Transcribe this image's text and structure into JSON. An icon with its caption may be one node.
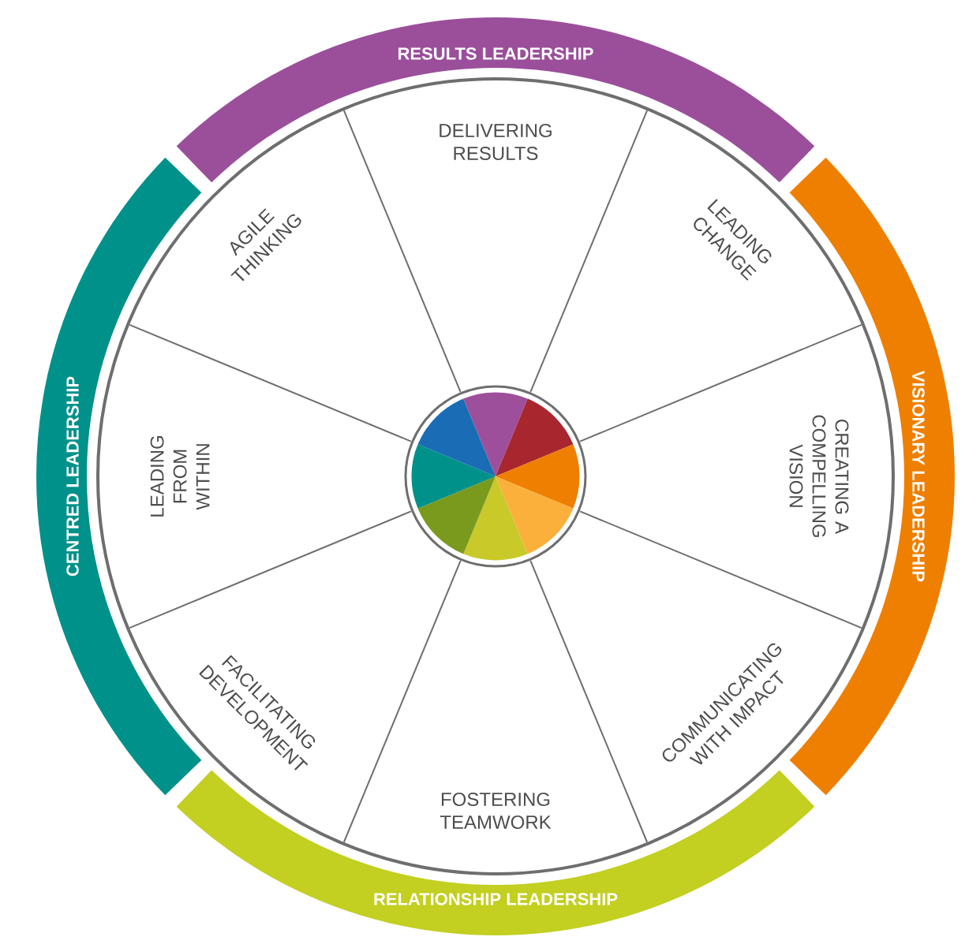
{
  "diagram": {
    "nodes": [
      {
        "text": [
          "RESULTS LEADERSHIP"
        ]
      },
      {
        "text": [
          "VISIONARY LEADERSHIP"
        ]
      },
      {
        "text": [
          "RELATIONSHIP LEADERSHIP"
        ]
      },
      {
        "text": [
          "CENTRED LEADERSHIP"
        ]
      },
      {
        "text": [
          "DELIVERING RESULTS"
        ]
      },
      {
        "text": [
          "LEADING CHANGE"
        ]
      },
      {
        "text": [
          "CREATING A COMPELLING VISION"
        ]
      },
      {
        "text": [
          "COMMUNICATING WITH IMPACT"
        ]
      },
      {
        "text": [
          "FOSTERING TEAMWORK"
        ]
      },
      {
        "text": [
          "FACILITATING DEVELOPMENT"
        ]
      },
      {
        "text": [
          "LEADING FROM WITHIN"
        ]
      },
      {
        "text": [
          "AGILE THINKING"
        ]
      }
    ]
  }
}
